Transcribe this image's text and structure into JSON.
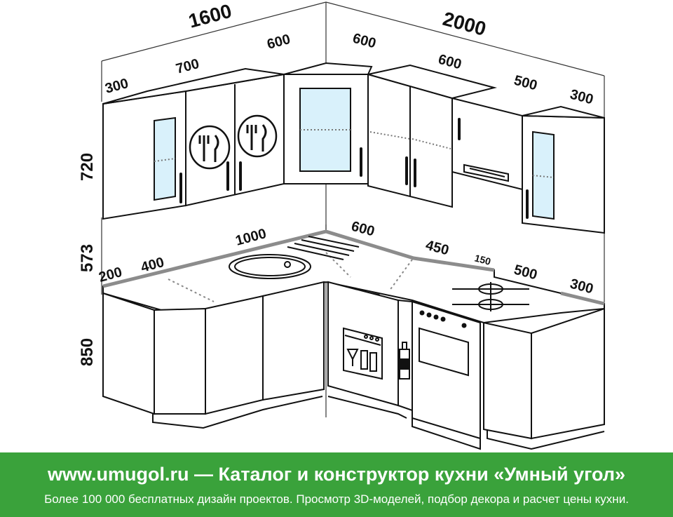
{
  "dimensions": {
    "total_left": "1600",
    "total_right": "2000",
    "upper_left_300": "300",
    "upper_left_700": "700",
    "upper_left_600": "600",
    "upper_corner_600": "600",
    "upper_right_600": "600",
    "upper_right_500": "500",
    "upper_right_300": "300",
    "height_upper": "720",
    "height_gap": "573",
    "height_lower": "850",
    "lower_200": "200",
    "lower_400": "400",
    "lower_1000": "1000",
    "lower_600": "600",
    "lower_450": "450",
    "lower_150": "150",
    "lower_500": "500",
    "lower_300": "300"
  },
  "banner": {
    "title": "www.umugol.ru — Каталог и конструктор кухни «Умный угол»",
    "subtitle": "Более 100 000 бесплатных дизайн проектов. Просмотр 3D-моделей, подбор декора и расчет цены кухни."
  },
  "colors": {
    "banner_bg": "#3aa23b",
    "banner_text": "#ffffff",
    "line": "#111111",
    "countertop_edge": "#8c8c8c",
    "glass": "#d9f1fb"
  }
}
